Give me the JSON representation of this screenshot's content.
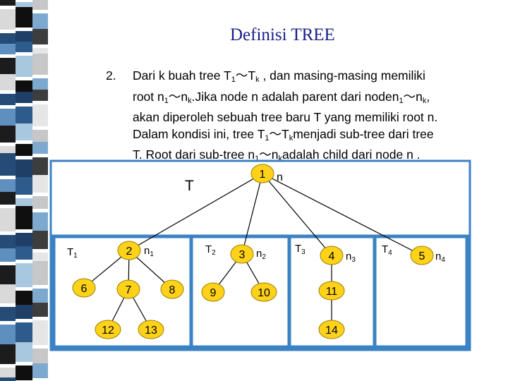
{
  "title": "Definisi TREE",
  "paragraph": {
    "number": "2.",
    "lines": [
      [
        "Dari k buah tree T",
        {
          "sub": "1"
        },
        "～T",
        {
          "sub": "k"
        },
        " , dan masing-masing memiliki"
      ],
      [
        "root n",
        {
          "sub": "1"
        },
        "～n",
        {
          "sub": "k"
        },
        ".Jika node n adalah parent dari noden",
        {
          "sub": "1"
        },
        "～n",
        {
          "sub": "k"
        },
        ","
      ],
      [
        "akan diperoleh sebuah tree baru T yang memiliki root n."
      ],
      [
        "Dalam kondisi ini,  tree T",
        {
          "sub": "1"
        },
        "～T",
        {
          "sub": "k"
        },
        "menjadi sub-tree dari tree"
      ],
      [
        "T. Root dari sub-tree n",
        {
          "sub": "1"
        },
        "～n",
        {
          "sub": "k"
        },
        "adalah child dari node n ."
      ]
    ]
  },
  "tree": {
    "label_T": "T",
    "root": {
      "value": "1",
      "label": "n"
    },
    "subtrees": [
      {
        "label": "T1",
        "root": {
          "value": "2",
          "label": "n1"
        }
      },
      {
        "label": "T2",
        "root": {
          "value": "3",
          "label": "n2"
        }
      },
      {
        "label": "T3",
        "root": {
          "value": "4",
          "label": "n3"
        }
      },
      {
        "label": "T4",
        "root": {
          "value": "5",
          "label": "n4"
        }
      }
    ],
    "other_nodes": [
      "6",
      "7",
      "8",
      "9",
      "10",
      "11",
      "12",
      "13",
      "14"
    ]
  },
  "colors": {
    "title": "#1a1f8a",
    "box_border": "#3b82c4",
    "node_fill": "#ffd21a",
    "node_stroke": "#9a7d00",
    "edge": "#000000"
  }
}
